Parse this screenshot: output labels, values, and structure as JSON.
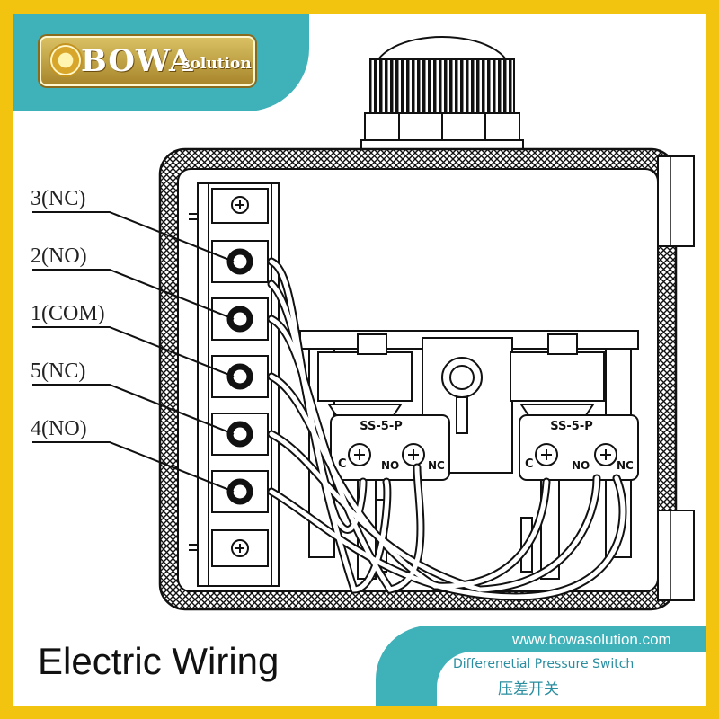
{
  "brand": {
    "name": "BOWA",
    "sub": "solution"
  },
  "terminals": [
    {
      "label": "3(NC)"
    },
    {
      "label": "2(NO)"
    },
    {
      "label": "1(COM)"
    },
    {
      "label": "5(NC)"
    },
    {
      "label": "4(NO)"
    }
  ],
  "switches": {
    "left": {
      "model": "SS-5-P",
      "c": "C",
      "no": "NO",
      "nc": "NC"
    },
    "right": {
      "model": "SS-5-P",
      "c": "C",
      "no": "NO",
      "nc": "NC"
    }
  },
  "title": "Electric Wiring",
  "footer": {
    "url": "www.bowasolution.com",
    "product": "Differenetial Pressure Switch",
    "product_cn": "压差开关"
  },
  "colors": {
    "border": "#f2c40f",
    "accent": "#3eb1b9",
    "line": "#111111"
  }
}
